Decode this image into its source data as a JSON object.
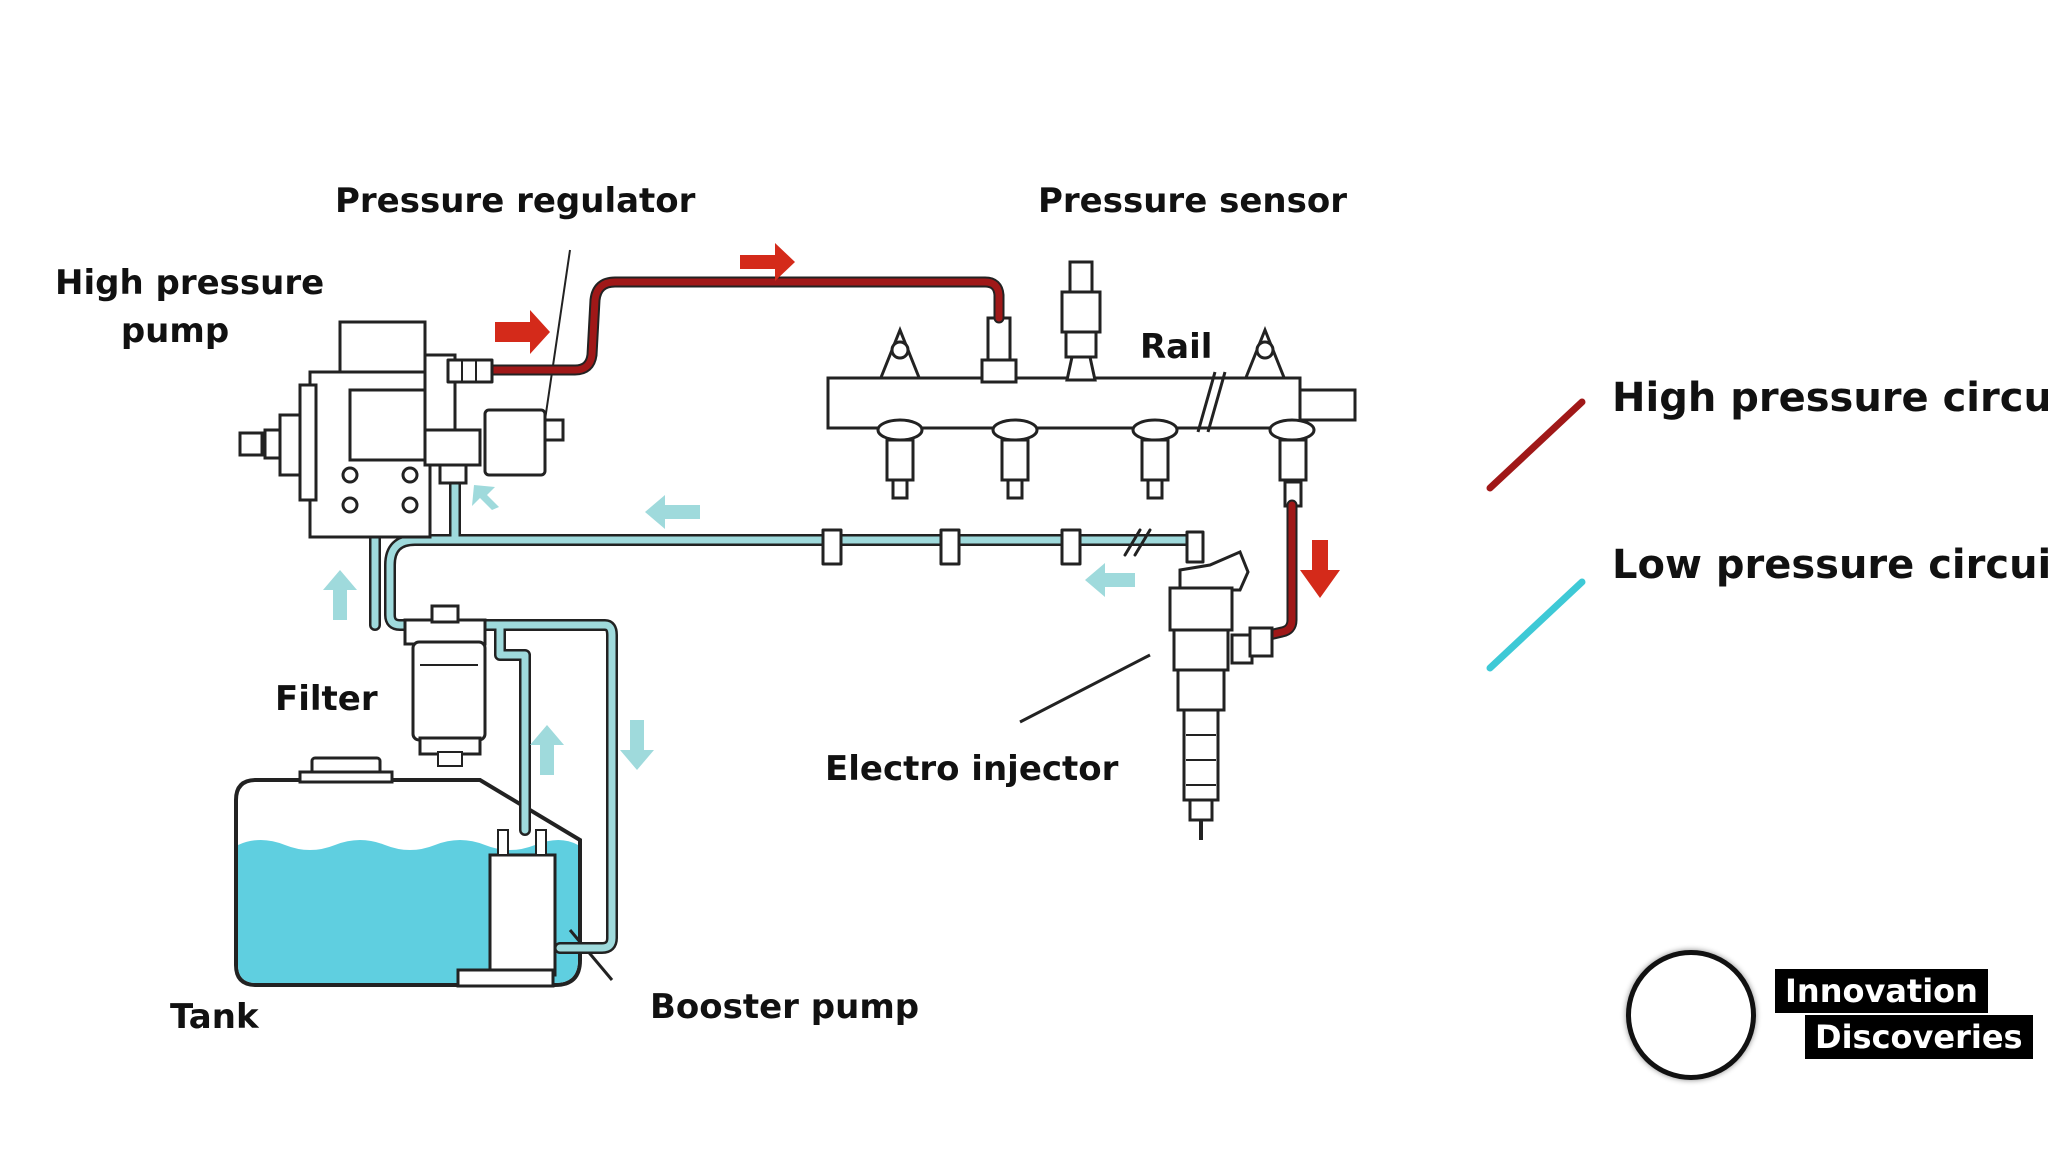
{
  "labels": {
    "pressure_regulator": "Pressure regulator",
    "pressure_sensor": "Pressure sensor",
    "high_pressure_pump_line1": "High pressure",
    "high_pressure_pump_line2": "pump",
    "rail": "Rail",
    "filter": "Filter",
    "electro_injector": "Electro injector",
    "tank": "Tank",
    "booster_pump": "Booster pump"
  },
  "legend": [
    {
      "label": "High pressure circuit",
      "color": "#a01818"
    },
    {
      "label": "Low pressure circuit",
      "color": "#3ec9d6"
    }
  ],
  "colors": {
    "high_pressure": "#a01818",
    "high_pressure_arrow": "#d42a1a",
    "low_pressure": "#9fdadc",
    "fuel": "#5fcfe0",
    "outline": "#222222"
  },
  "brand": {
    "line1": "Innovation",
    "line2": "Discoveries",
    "logo_icon": "engine-wrench-logo-icon"
  }
}
